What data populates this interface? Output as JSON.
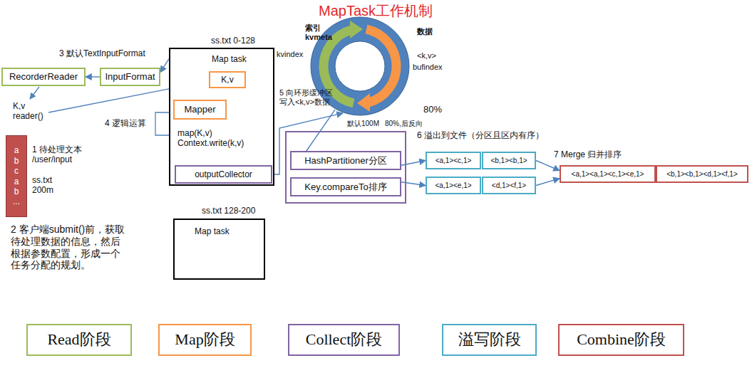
{
  "diagram": {
    "title": "MapTask工作机制",
    "nodes": [
      {
        "text": [
          "RecorderReader"
        ]
      },
      {
        "text": [
          "InputFormat"
        ]
      },
      {
        "text": [
          "ss.txt 0-128",
          "Map task",
          "map(K,v) Context.write(k,v)"
        ]
      },
      {
        "text": [
          "K,v"
        ],
        "in": 2
      },
      {
        "text": [
          "Mapper"
        ],
        "in": 2
      },
      {
        "text": [
          "outputCollector"
        ],
        "in": 2
      },
      {
        "text": [
          "a b c a b ..."
        ]
      },
      {
        "text": [
          "索引 kvmeta",
          "kvindex",
          "数据",
          "<k,v>",
          "bufindex",
          "默认100M",
          "80%,后反向",
          "80%"
        ]
      },
      {
        "text": [
          "ss.txt 128-200",
          "Map task"
        ]
      },
      {
        "text": [
          "HashPartitioner分区"
        ]
      },
      {
        "text": [
          "Key.compareTo排序"
        ]
      },
      {
        "text": [
          "<a,1><c,1>"
        ]
      },
      {
        "text": [
          "<b,1><b,1>"
        ]
      },
      {
        "text": [
          "<a,1><e,1>"
        ]
      },
      {
        "text": [
          "<d,1><f,1>"
        ]
      },
      {
        "text": [
          "<a,1><a,1><c,1><e,1>"
        ]
      },
      {
        "text": [
          "<b,1><b,1><d,1><f,1>"
        ]
      }
    ],
    "edges": [
      {
        "from": 2,
        "to": 1,
        "arrow": "to"
      },
      {
        "from": 1,
        "to": 0,
        "arrow": "to"
      },
      {
        "from": 3,
        "to": 4,
        "arrow": "to"
      },
      {
        "from": 4,
        "to": 5,
        "arrow": "to"
      },
      {
        "from": 5,
        "to": 7,
        "arrow": "to"
      },
      {
        "from": 7,
        "to": 9,
        "arrow": "none"
      },
      {
        "from": 9,
        "to": 11,
        "arrow": "to"
      },
      {
        "from": 10,
        "to": 13,
        "arrow": "to"
      },
      {
        "from": 12,
        "to": 15,
        "arrow": "to"
      },
      {
        "from": 14,
        "to": 15,
        "arrow": "to"
      }
    ],
    "labels": [
      "3 默认TextInputFormat",
      "K,v reader()",
      "4 逻辑运算",
      "1 待处理文本 /user/input",
      "ss.txt 200m",
      "2 客户端submit()前，获取 待处理数据的信息，然后 根据参数配置，形成一个 任务分配的规划。",
      "5 向环形缓冲区 写入<k,v>数据",
      "6 溢出到文件（分区且区内有序）",
      "7 Merge 归并排序"
    ],
    "legend": [
      {
        "text": "Read阶段",
        "color": "#9bbb59"
      },
      {
        "text": "Map阶段",
        "color": "#f79646"
      },
      {
        "text": "Collect阶段",
        "color": "#8064a2"
      },
      {
        "text": "溢写阶段",
        "color": "#4bacc6"
      },
      {
        "text": "Combine阶段",
        "color": "#c0504d"
      }
    ]
  }
}
